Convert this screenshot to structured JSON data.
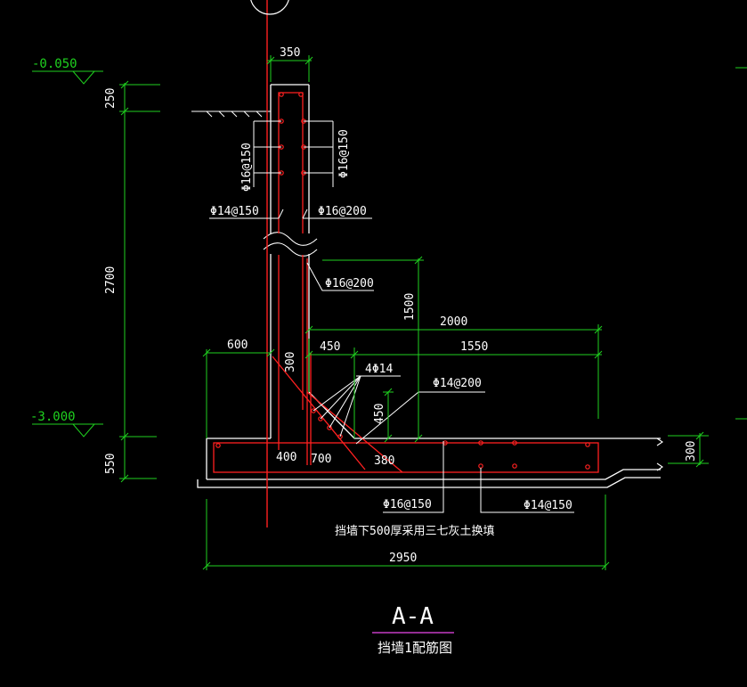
{
  "elevations": {
    "top": "-0.050",
    "bottom": "-3.000"
  },
  "dimensions": {
    "wall_thickness": "350",
    "top_offset": "250",
    "wall_height": "2700",
    "footing_thickness": "550",
    "haunch_height": "1500",
    "heel_width": "2000",
    "heel_remaining": "1550",
    "toe_width": "600",
    "haunch_h_450": "450",
    "haunch_v_300": "300",
    "haunch_450_right": "450",
    "slab_300": "300",
    "base_400": "400",
    "base_700": "700",
    "base_380": "380",
    "total_width": "2950"
  },
  "rebar": {
    "wall_left_vertical": "Φ16@150",
    "wall_right_vertical": "Φ16@150",
    "wall_left_horizontal": "Φ14@150",
    "wall_right_horizontal": "Φ16@200",
    "inner_wall": "Φ16@200",
    "haunch_bars": "4Φ14",
    "slab_top": "Φ14@200",
    "slab_bottom_left": "Φ16@150",
    "slab_bottom_right": "Φ14@150"
  },
  "notes": {
    "backfill": "挡墙下500厚采用三七灰土换填"
  },
  "section": {
    "mark": "A-A",
    "title": "挡墙1配筋图"
  },
  "colors": {
    "background": "#000000",
    "outline": "#ffffff",
    "rebar": "#ff2020",
    "dimension": "#1fd11f",
    "title_underline": "#c43cc4"
  }
}
